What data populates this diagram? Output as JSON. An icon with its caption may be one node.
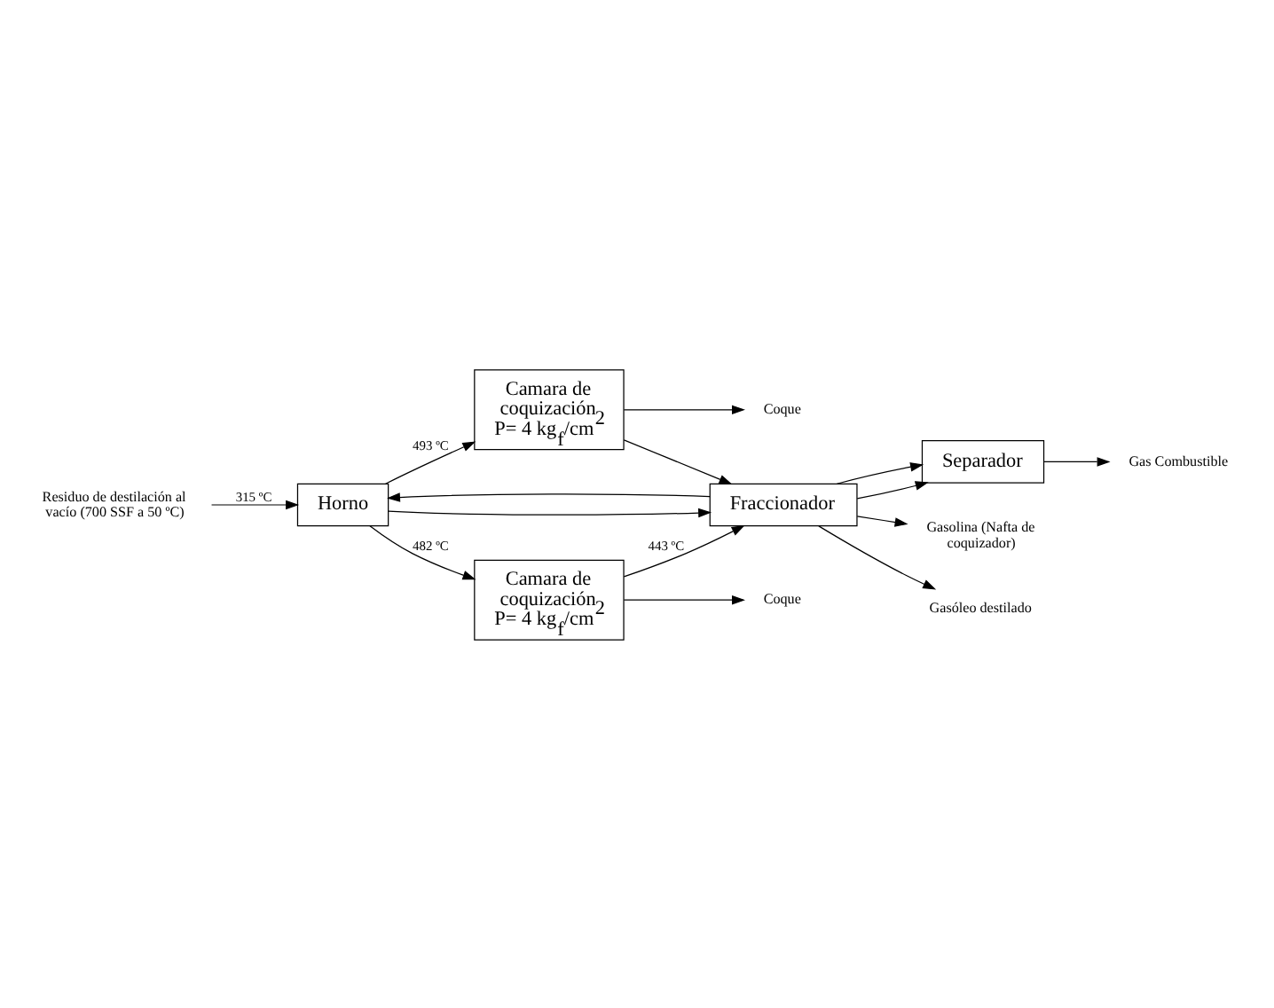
{
  "diagram": {
    "nodes": [
      {
        "text": [
          "Horno"
        ]
      },
      {
        "text": [
          "Camara de coquización P= 4 kg$_{f}$/cm$^{2}$"
        ]
      },
      {
        "text": [
          "Camara de coquización P= 4 kg$_{f}$/cm$^{2}$"
        ]
      },
      {
        "text": [
          "Fraccionador"
        ]
      },
      {
        "text": [
          "Separador"
        ]
      },
      {
        "text": [
          "Residuo de destilación al vacío (700 SSF a 50 ºC)"
        ]
      },
      {
        "text": [
          "Coque"
        ]
      },
      {
        "text": [
          "Coque"
        ]
      },
      {
        "text": [
          "Gas Combustible"
        ]
      },
      {
        "text": [
          "Gasolina (Nafta de coquizador)"
        ]
      },
      {
        "text": [
          "Gasóleo destilado"
        ]
      }
    ],
    "edges": [
      {
        "from": 5,
        "to": 0,
        "arrow": "to",
        "label": "315 ºC"
      },
      {
        "from": 0,
        "to": 1,
        "arrow": "to",
        "label": "493 ºC"
      },
      {
        "from": 0,
        "to": 2,
        "arrow": "to",
        "label": "482 ºC"
      },
      {
        "from": 0,
        "to": 3,
        "arrow": "to"
      },
      {
        "from": 1,
        "to": 3,
        "arrow": "to"
      },
      {
        "from": 2,
        "to": 3,
        "arrow": "to",
        "label": "443 ºC"
      },
      {
        "from": 1,
        "to": 7,
        "arrow": "to"
      },
      {
        "from": 2,
        "to": 6,
        "arrow": "to"
      },
      {
        "from": 3,
        "to": 4,
        "arrow": "to"
      },
      {
        "from": 4,
        "to": 8,
        "arrow": "to"
      },
      {
        "from": 3,
        "to": 4,
        "arrow": "to"
      },
      {
        "from": 3,
        "to": 9,
        "arrow": "to"
      },
      {
        "from": 3,
        "to": 10,
        "arrow": "to"
      },
      {
        "from": 3,
        "to": 0,
        "arrow": "to"
      }
    ]
  }
}
